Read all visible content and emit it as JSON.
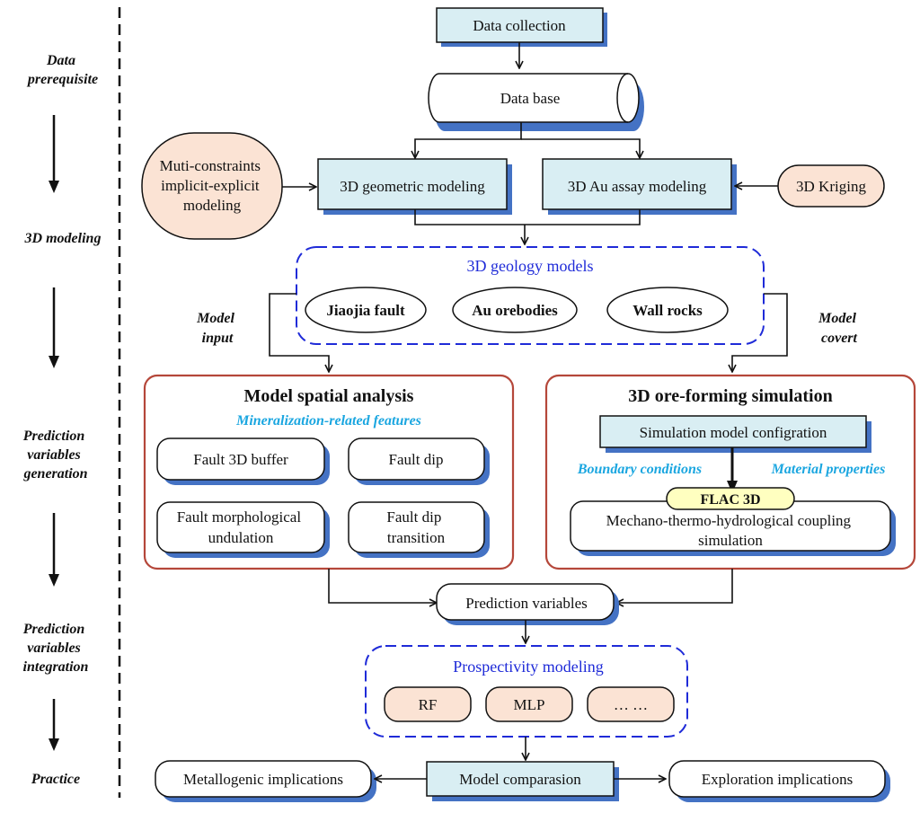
{
  "stages": {
    "data_prerequisite": [
      "Data",
      "prerequisite"
    ],
    "modeling_3d": "3D modeling",
    "variables_generation": [
      "Prediction",
      "variables",
      "generation"
    ],
    "variables_integration": [
      "Prediction",
      "variables",
      "integration"
    ],
    "practice": "Practice"
  },
  "nodes": {
    "data_collection": "Data collection",
    "data_base": "Data base",
    "muti_constraints": [
      "Muti-constraints",
      "implicit-explicit",
      "modeling"
    ],
    "geometric_modeling": "3D geometric modeling",
    "au_assay_modeling": "3D Au assay modeling",
    "kriging": "3D Kriging",
    "geology_models": {
      "title": "3D geology models",
      "items": [
        "Jiaojia fault",
        "Au orebodies",
        "Wall rocks"
      ]
    },
    "model_input": [
      "Model",
      "input"
    ],
    "model_covert": [
      "Model",
      "covert"
    ],
    "spatial_analysis": {
      "title": "Model spatial analysis",
      "subtitle": "Mineralization-related features",
      "features": [
        [
          "Fault 3D buffer"
        ],
        [
          "Fault dip"
        ],
        [
          "Fault morphological",
          "undulation"
        ],
        [
          "Fault dip",
          "transition"
        ]
      ]
    },
    "simulation": {
      "title": "3D ore-forming simulation",
      "config": "Simulation model configration",
      "boundary": "Boundary conditions",
      "material": "Material properties",
      "flac": "FLAC 3D",
      "coupling": [
        "Mechano-thermo-hydrological coupling",
        "simulation"
      ]
    },
    "prediction_variables": "Prediction variables",
    "prospectivity": {
      "title": "Prospectivity modeling",
      "methods": [
        "RF",
        "MLP",
        "… …"
      ]
    },
    "model_comparison": "Model comparasion",
    "metallogenic": "Metallogenic implications",
    "exploration": "Exploration implications"
  },
  "colors": {
    "light_blue": "#d9eef3",
    "peach": "#fbe3d4",
    "shadow_blue": "#4472c4",
    "red_border": "#b5473a",
    "dash_blue": "#1f2bd8",
    "cyan_text": "#1aa6e0"
  }
}
